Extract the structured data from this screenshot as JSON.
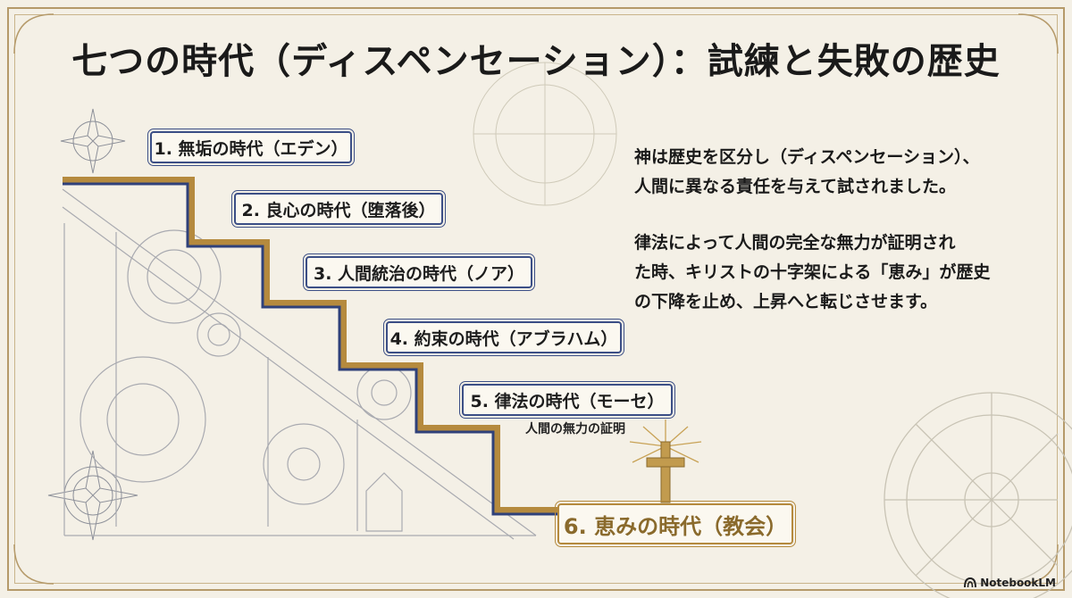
{
  "title": "七つの時代（ディスペンセーション）：試練と失敗の歴史",
  "eras": [
    {
      "label": "1. 無垢の時代（エデン）"
    },
    {
      "label": "2. 良心の時代（堕落後）"
    },
    {
      "label": "3. 人間統治の時代（ノア）"
    },
    {
      "label": "4. 約束の時代（アブラハム）"
    },
    {
      "label": "5. 律法の時代（モーセ）",
      "note": "人間の無力の証明"
    },
    {
      "label": "6. 恵みの時代（教会）"
    }
  ],
  "description": {
    "paragraph1": [
      "神は歴史を区分し（ディスペンセーション）、",
      "人間に異なる責任を与えて試されました。"
    ],
    "paragraph2": [
      "律法によって人間の完全な無力が証明され",
      "た時、キリストの十字架による「恵み」が歴史",
      "の下降を止め、上昇へと転じさせます。"
    ]
  },
  "branding": {
    "name": "NotebookLM",
    "icon": "notebooklm-logo-icon"
  },
  "colors": {
    "navy": "#3c4f86",
    "gold": "#b58a3e",
    "background": "#f4f0e6",
    "sketch": "#a9aab0"
  }
}
